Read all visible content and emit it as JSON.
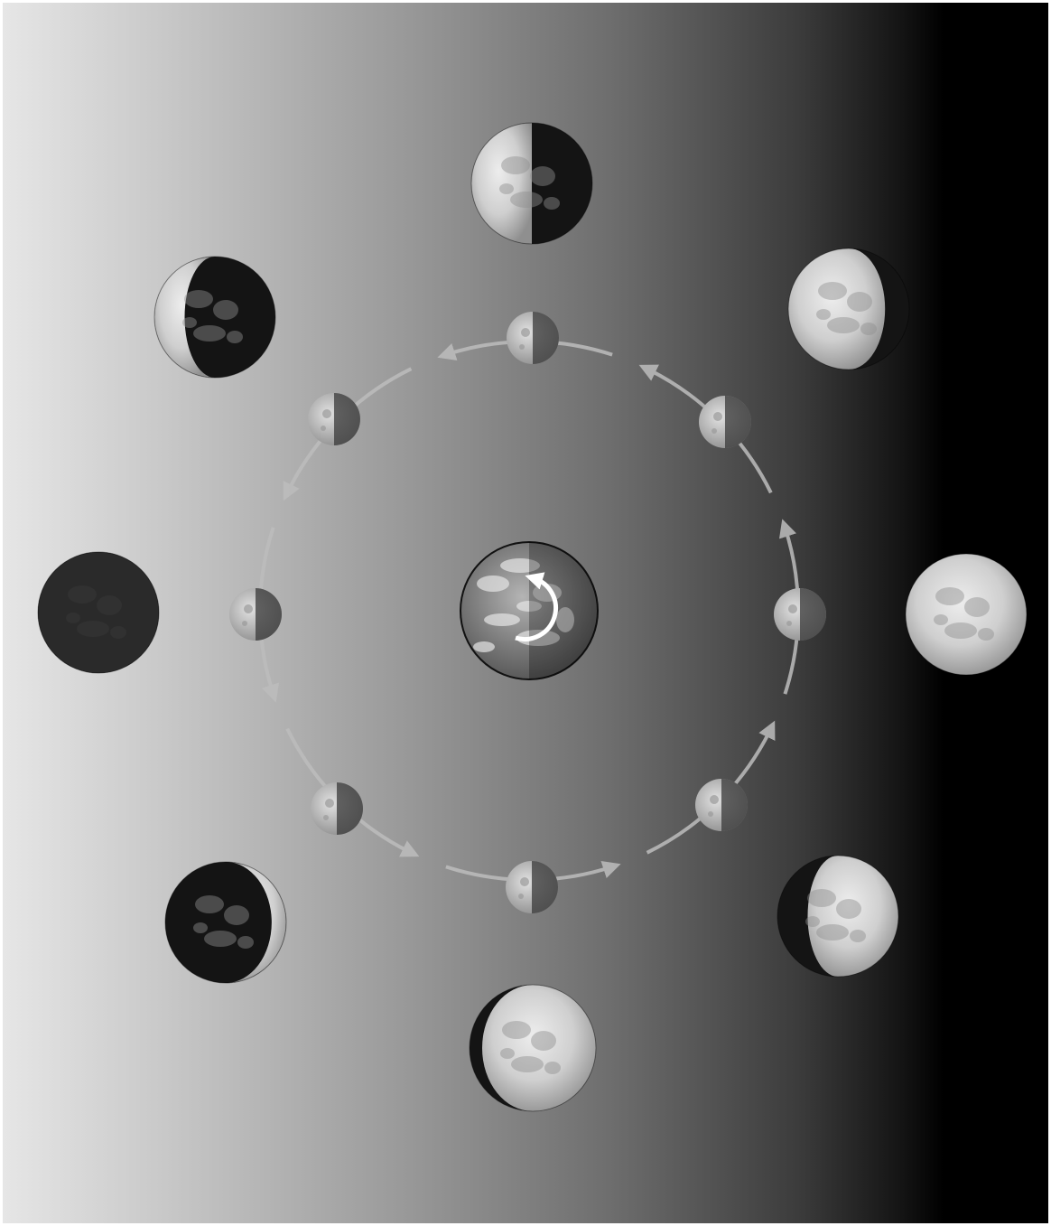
{
  "diagram": {
    "kind": "moon-phases-orbit",
    "colors": {
      "background_light": "#e6e6e6",
      "background_dark": "#000000",
      "orbit": "#bdbdbd",
      "rotation_arrow": "#ffffff"
    },
    "center": {
      "name": "earth",
      "icon": "earth-icon",
      "rotation_arrow": "counter-clockwise"
    },
    "orbit_positions": [
      {
        "name": "orbit-moon-top"
      },
      {
        "name": "orbit-moon-top-right"
      },
      {
        "name": "orbit-moon-right"
      },
      {
        "name": "orbit-moon-bottom-right"
      },
      {
        "name": "orbit-moon-bottom"
      },
      {
        "name": "orbit-moon-bottom-left"
      },
      {
        "name": "orbit-moon-left"
      },
      {
        "name": "orbit-moon-top-left"
      }
    ],
    "phase_views": [
      {
        "name": "phase-first-quarter",
        "lit_side": "left",
        "lit_fraction": 0.5
      },
      {
        "name": "phase-waxing-gibbous",
        "lit_side": "left",
        "lit_fraction": 0.8
      },
      {
        "name": "phase-full-moon",
        "lit_side": "both",
        "lit_fraction": 1.0
      },
      {
        "name": "phase-waning-gibbous",
        "lit_side": "right",
        "lit_fraction": 0.75
      },
      {
        "name": "phase-last-quarter",
        "lit_side": "right",
        "lit_fraction": 0.9
      },
      {
        "name": "phase-waning-crescent",
        "lit_side": "right",
        "lit_fraction": 0.12
      },
      {
        "name": "phase-new-moon",
        "lit_side": "none",
        "lit_fraction": 0.0
      },
      {
        "name": "phase-waxing-crescent",
        "lit_side": "left",
        "lit_fraction": 0.25
      }
    ]
  }
}
